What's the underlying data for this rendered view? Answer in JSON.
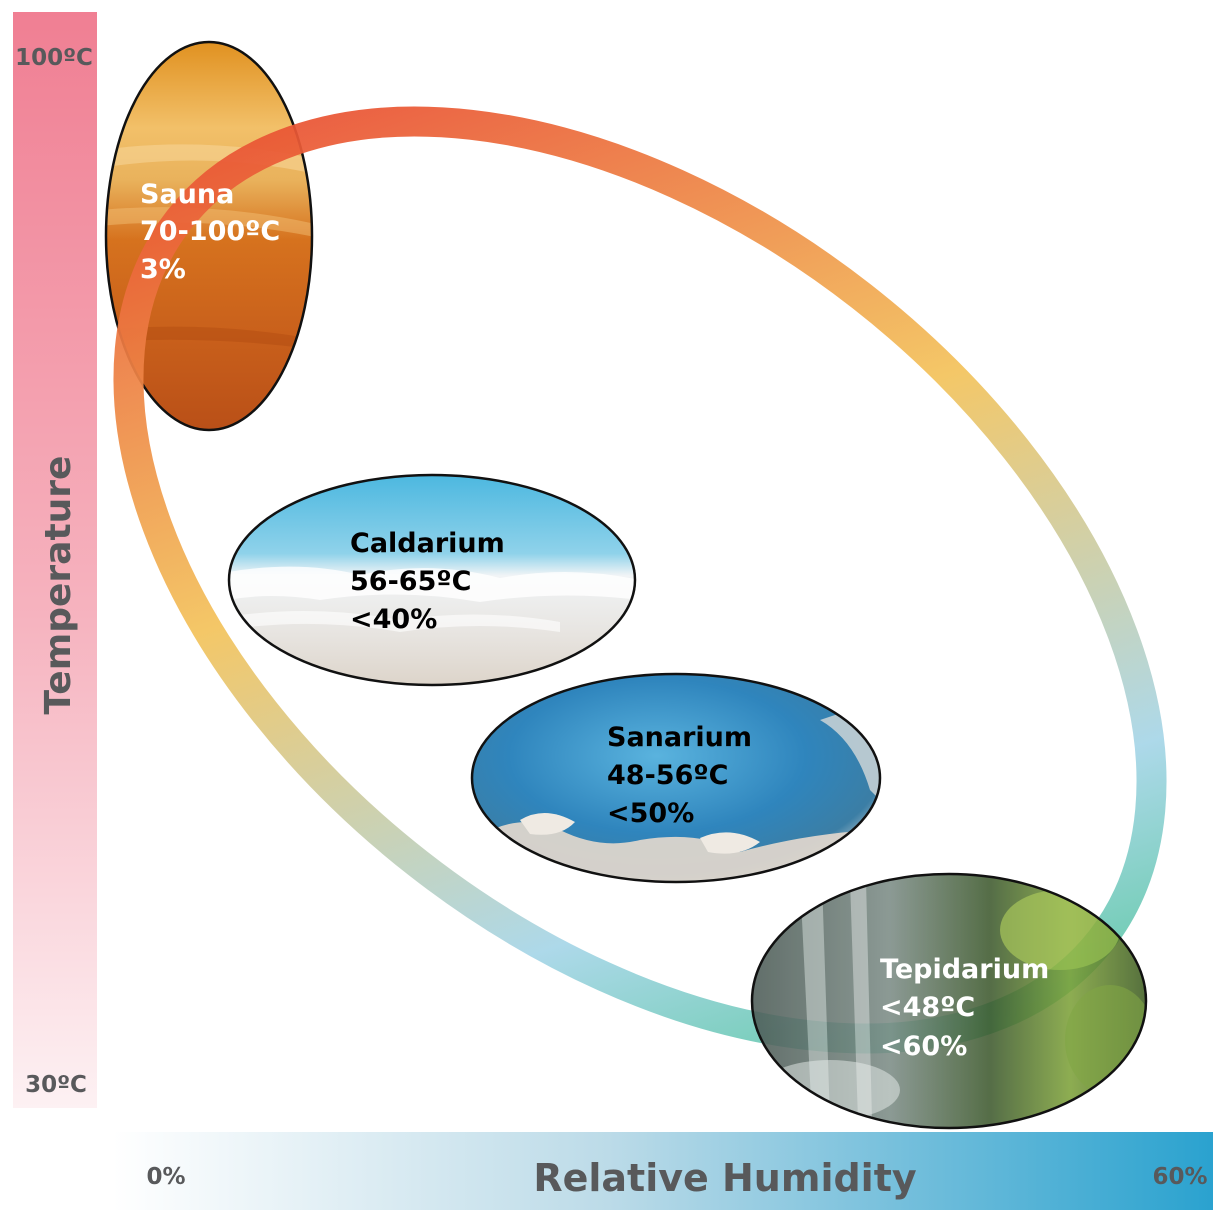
{
  "temperature_axis": {
    "label": "Temperature",
    "max_label": "100ºC",
    "min_label": "30ºC"
  },
  "humidity_axis": {
    "label": "Relative Humidity",
    "min_label": "0%",
    "max_label": "60%"
  },
  "zones": [
    {
      "name": "Sauna",
      "temperature": "70-100ºC",
      "humidity": "3%"
    },
    {
      "name": "Caldarium",
      "temperature": "56-65ºC",
      "humidity": "<40%"
    },
    {
      "name": "Sanarium",
      "temperature": "48-56ºC",
      "humidity": "<50%"
    },
    {
      "name": "Tepidarium",
      "temperature": "<48ºC",
      "humidity": "<60%"
    }
  ],
  "colors": {
    "temperature_bar": "#f07f93",
    "humidity_bar": "#2aa2cf",
    "ring_red": "#e8432e",
    "ring_yellow": "#f3c35c",
    "ring_blue": "#a7d6e8",
    "ring_green": "#3ec08a",
    "axis_text": "#58595b"
  }
}
